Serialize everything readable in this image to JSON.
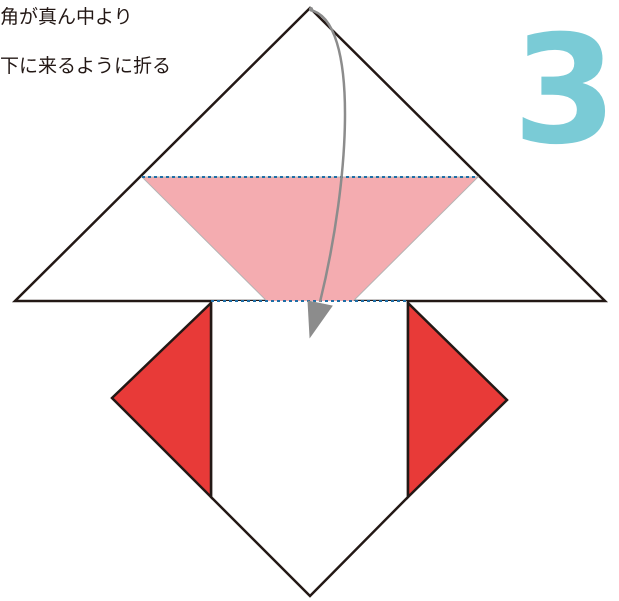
{
  "instruction": {
    "line1": "角が真ん中より",
    "line2": "下に来るように折る"
  },
  "step": {
    "number": "3"
  },
  "colors": {
    "outline": "#231815",
    "flap_pink": "#f4acb0",
    "flap_red": "#e83a38",
    "fold_line": "#1f6ea6",
    "arrow": "#8c8c8c",
    "step_number": "#7acbd6"
  }
}
